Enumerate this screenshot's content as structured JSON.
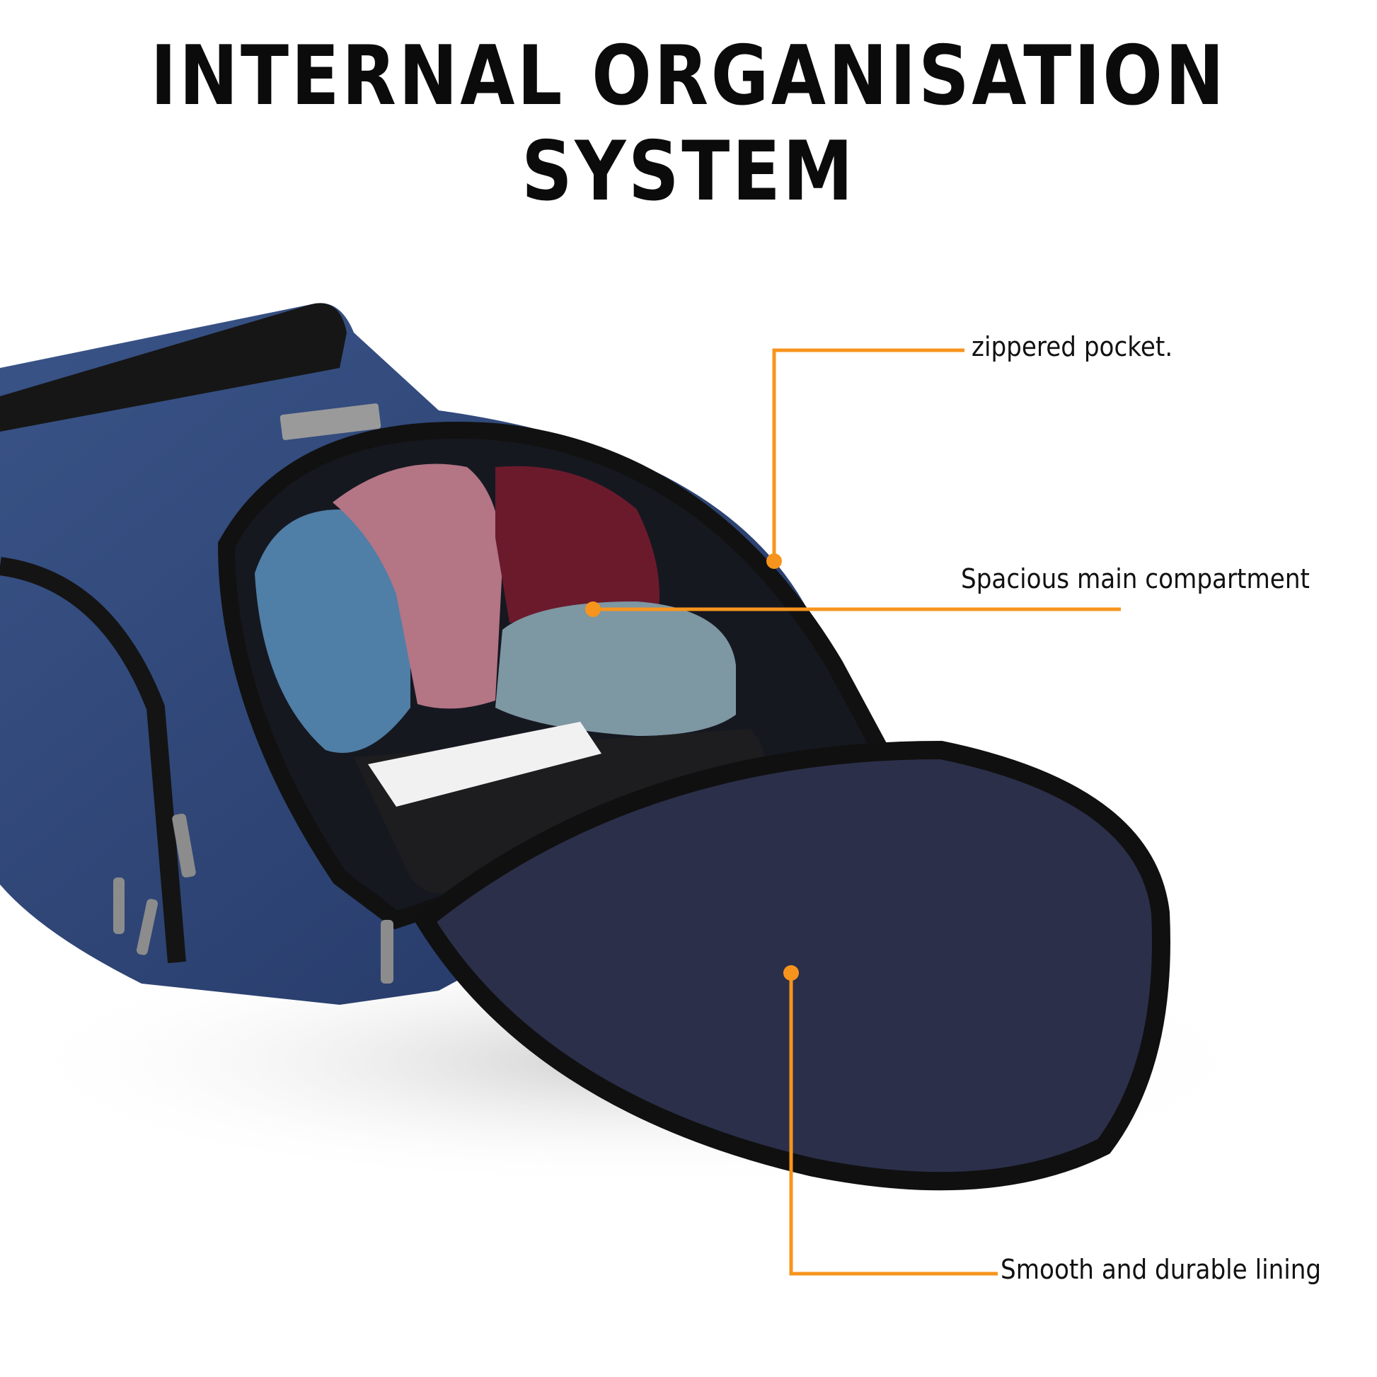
{
  "title": "INTERNAL ORGANISATION SYSTEM",
  "callouts": [
    {
      "label": "zippered pocket."
    },
    {
      "label": "Spacious main compartment"
    },
    {
      "label": "Smooth and durable lining"
    }
  ],
  "colors": {
    "accent": "#F7941D",
    "bag": "#2E4472",
    "lining": "#2B2F4A",
    "trim": "#141414"
  }
}
